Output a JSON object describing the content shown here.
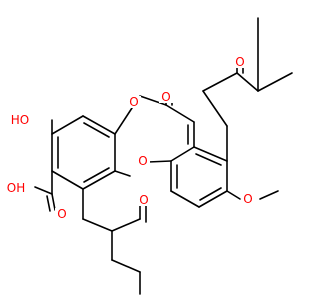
{
  "diagram": {
    "kind": "skeletal-structure",
    "bond_color": "#000000",
    "heteroatom_color": "#ff0000",
    "labels": {
      "ring_carbonyl_o": "O",
      "ester_o": "O",
      "ether_o": "O",
      "hydroxyl": "HO",
      "acid_oh": "OH",
      "acid_o": "O",
      "side_chain_ketone_top": "O",
      "side_chain_ketone_bottom": "O",
      "methoxy_o": "O"
    }
  }
}
